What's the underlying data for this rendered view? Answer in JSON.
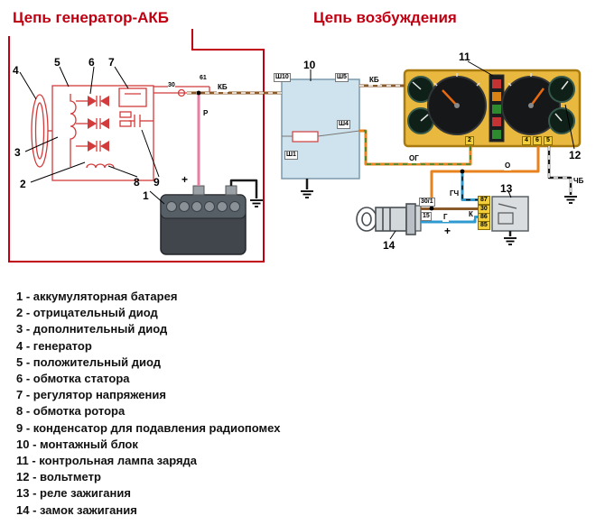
{
  "titles": {
    "left": "Цепь генератор-АКБ",
    "right": "Цепь возбуждения"
  },
  "callouts": {
    "1": "1",
    "2": "2",
    "3": "3",
    "4": "4",
    "5": "5",
    "6": "6",
    "7": "7",
    "8": "8",
    "9": "9",
    "10": "10",
    "11": "11",
    "12": "12",
    "13": "13",
    "14": "14"
  },
  "wire_labels": {
    "kb_left": "КБ",
    "kb_right": "КБ",
    "r": "Р",
    "t61": "61",
    "t30": "30",
    "sh10": "Ш10",
    "sh5": "Ш5",
    "sh4": "Ш4",
    "sh1": "Ш1",
    "og": "ОГ",
    "o": "О",
    "chb": "ЧБ",
    "gch": "ГЧ",
    "k": "К",
    "g": "Г",
    "t30_1": "30/1",
    "t15": "15",
    "plus_battery": "+",
    "plus_relay": "+"
  },
  "cluster_pins": [
    "2",
    "4",
    "6",
    "5"
  ],
  "relay_pins": [
    "87",
    "30",
    "86",
    "85"
  ],
  "legend": {
    "lines": [
      "1 - аккумуляторная батарея",
      "2 - отрицательный диод",
      "3 - дополнительный диод",
      "4 - генератор",
      "5 - положительный диод",
      "6 - обмотка статора",
      "7 - регулятор напряжения",
      "8 - обмотка ротора",
      "9 - конденсатор для подавления радиопомех",
      "10 - монтажный блок",
      "11 - контрольная лампа заряда",
      "12 - вольтметр",
      "13 - реле зажигания",
      "14 - замок зажигания"
    ]
  },
  "colors": {
    "title_red": "#c00012",
    "diagram_red": "#d23b3b",
    "wire_brown": "#8a5a2a",
    "wire_pink": "#e87ea0",
    "wire_orange": "#e8821e",
    "wire_blue": "#2e9ad0",
    "wire_black": "#1a1a1a",
    "block_fill": "#cfe3ee",
    "cluster_fill": "#e9b83f",
    "tag_yellow": "#f2cf3a"
  }
}
